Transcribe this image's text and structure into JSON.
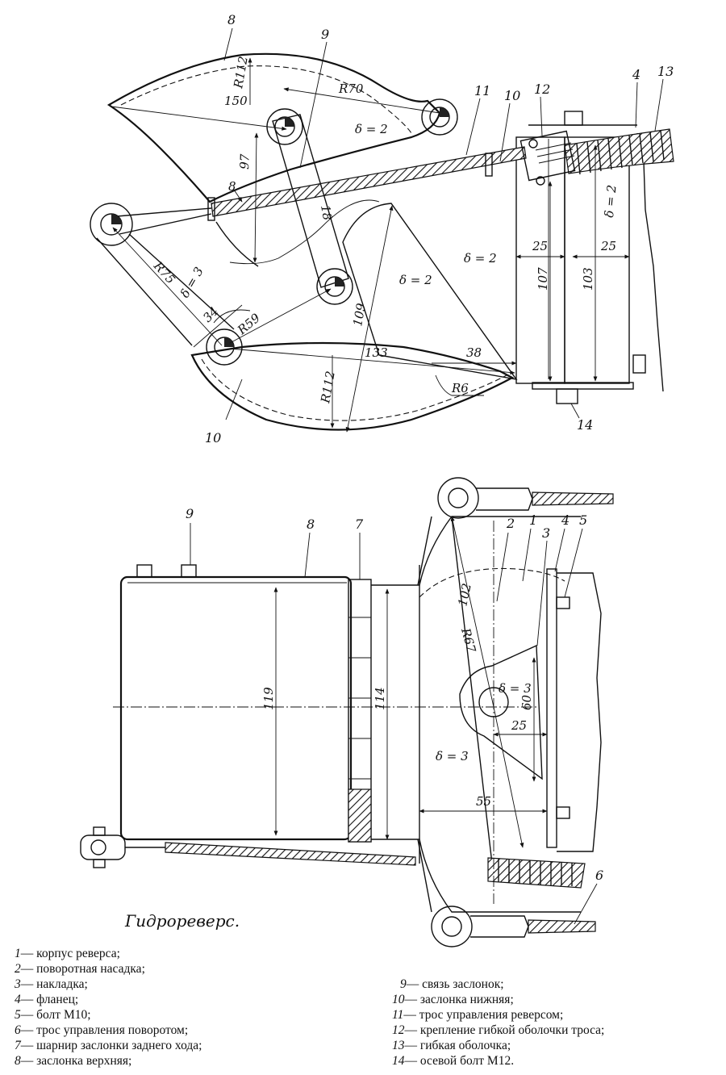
{
  "caption": "Гидрореверс.",
  "top_view": {
    "callouts": [
      "8",
      "9",
      "11",
      "10",
      "12",
      "4",
      "13",
      "14",
      "10"
    ],
    "dims": {
      "r112_top": "R112",
      "d150": "150",
      "r70": "R70",
      "d97": "97",
      "d8": "8",
      "d18": "18",
      "delta2_a": "δ = 2",
      "delta2_b": "δ = 2",
      "delta2_c": "δ = 2",
      "delta2_d": "δ = 2",
      "delta3": "δ = 3",
      "r75": "R75",
      "d34": "34",
      "r59": "R59",
      "d109": "109",
      "d133": "133",
      "r112_bot": "R112",
      "d38": "38",
      "r6": "R6",
      "d25_a": "25",
      "d25_b": "25",
      "d107": "107",
      "d103": "103"
    }
  },
  "bottom_view": {
    "callouts": [
      "9",
      "8",
      "7",
      "2",
      "1",
      "3",
      "4",
      "5",
      "6"
    ],
    "dims": {
      "d119": "119",
      "d114": "114",
      "r67": "R67",
      "d102": "102",
      "delta3_a": "δ = 3",
      "delta3_b": "δ = 3",
      "d60": "60",
      "d25": "25",
      "d55": "55"
    }
  },
  "legend_left": [
    {
      "num": "1",
      "text": "— корпус реверса;"
    },
    {
      "num": "2",
      "text": "— поворотная насадка;"
    },
    {
      "num": "3",
      "text": "— накладка;"
    },
    {
      "num": "4",
      "text": "— фланец;"
    },
    {
      "num": "5",
      "text": "— болт М10;"
    },
    {
      "num": "6",
      "text": "— трос управления поворотом;"
    },
    {
      "num": "7",
      "text": "— шарнир заслонки заднего хода;"
    },
    {
      "num": "8",
      "text": "— заслонка верхняя;"
    }
  ],
  "legend_right": [
    {
      "num": "9",
      "text": "— связь заслонок;"
    },
    {
      "num": "10",
      "text": "— заслонка нижняя;"
    },
    {
      "num": "11",
      "text": "— трос управления реверсом;"
    },
    {
      "num": "12",
      "text": "— крепление гибкой оболочки троса;"
    },
    {
      "num": "13",
      "text": "— гибкая оболочка;"
    },
    {
      "num": "14",
      "text": "— осевой болт М12."
    }
  ]
}
